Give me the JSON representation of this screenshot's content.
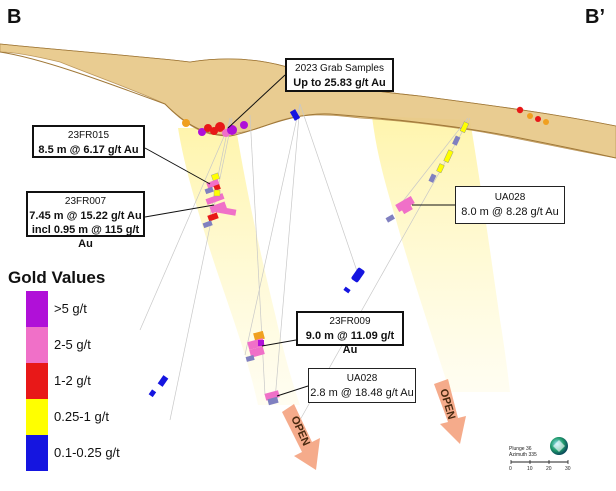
{
  "labels": {
    "left": "B",
    "right": "B’"
  },
  "callouts": {
    "grab": {
      "line1": "2023 Grab Samples",
      "line2": "Up to 25.83 g/t Au"
    },
    "fr015": {
      "hole": "23FR015",
      "value": "8.5 m @ 6.17 g/t Au"
    },
    "fr007": {
      "hole": "23FR007",
      "value": "7.45 m @ 15.22 g/t Au",
      "value2": "incl 0.95 m @ 115 g/t Au"
    },
    "ua028a": {
      "hole": "UA028",
      "value": "8.0 m @ 8.28 g/t Au"
    },
    "fr009": {
      "hole": "23FR009",
      "value": "9.0 m @ 11.09 g/t Au"
    },
    "ua028b": {
      "hole": "UA028",
      "value": "2.8 m @ 18.48 g/t Au"
    }
  },
  "open_arrows": [
    "OPEN",
    "OPEN"
  ],
  "legend": {
    "title": "Gold Values",
    "items": [
      {
        "label": ">5 g/t",
        "color": "#b010d8"
      },
      {
        "label": "2-5 g/t",
        "color": "#f070c8"
      },
      {
        "label": "1-2 g/t",
        "color": "#e81818"
      },
      {
        "label": "0.25-1 g/t",
        "color": "#ffff00"
      },
      {
        "label": "0.1-0.25 g/t",
        "color": "#1515e0"
      }
    ]
  },
  "scale": {
    "line1": "Plunge 36",
    "line2": "Azimuth 335",
    "ticks": [
      "0",
      "10",
      "20",
      "30"
    ]
  }
}
